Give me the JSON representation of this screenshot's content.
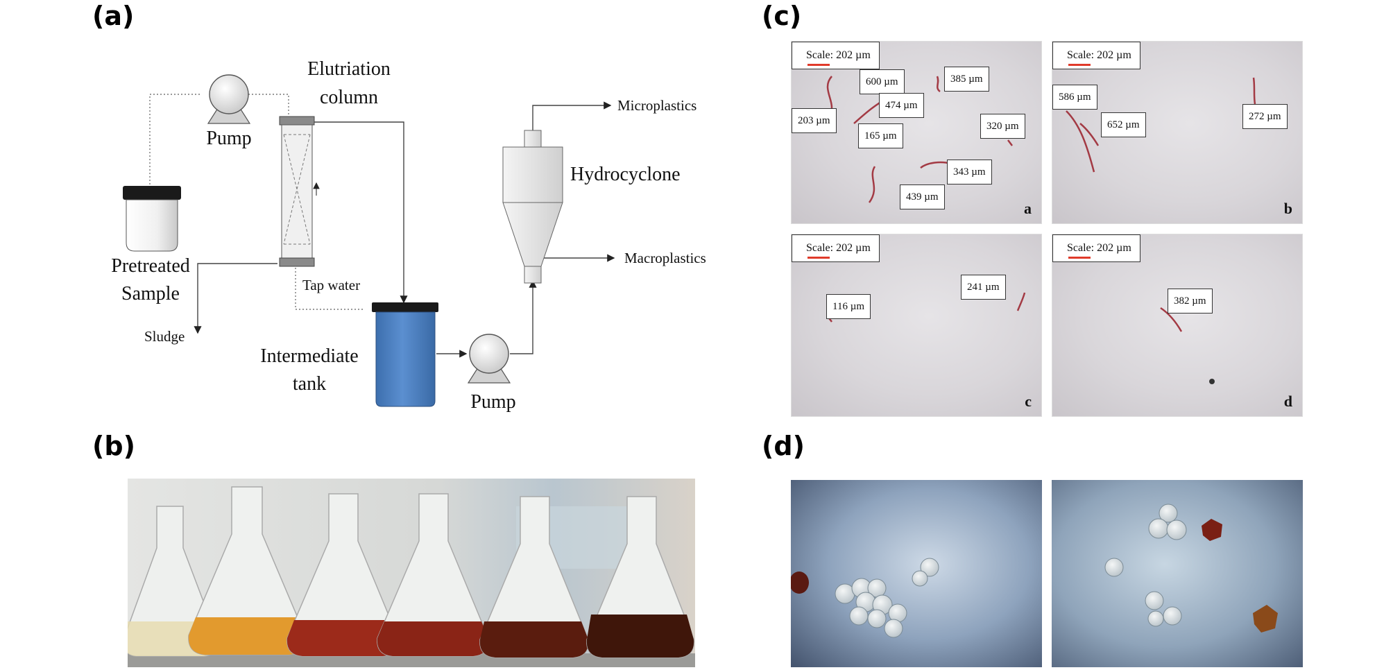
{
  "panels": {
    "a": "(a)",
    "b": "(b)",
    "c": "(c)",
    "d": "(d)"
  },
  "diagram": {
    "pump_top": "Pump",
    "elutriation_line1": "Elutriation",
    "elutriation_line2": "column",
    "pretreated_line1": "Pretreated",
    "pretreated_line2": "Sample",
    "tap_water": "Tap water",
    "sludge": "Sludge",
    "intermediate_line1": "Intermediate",
    "intermediate_line2": "tank",
    "pump_bottom": "Pump",
    "hydrocyclone": "Hydrocyclone",
    "microplastics": "Microplastics",
    "macroplastics": "Macroplastics"
  },
  "micrographs": [
    {
      "corner": "a",
      "scale": "Scale: 202 µm",
      "labels": [
        "600 µm",
        "385 µm",
        "474 µm",
        "203 µm",
        "320 µm",
        "165 µm",
        "343 µm",
        "439 µm"
      ]
    },
    {
      "corner": "b",
      "scale": "Scale: 202 µm",
      "labels": [
        "586 µm",
        "652 µm",
        "272 µm"
      ]
    },
    {
      "corner": "c",
      "scale": "Scale: 202 µm",
      "labels": [
        "241 µm",
        "116 µm"
      ]
    },
    {
      "corner": "d",
      "scale": "Scale: 202 µm",
      "labels": [
        "382 µm"
      ]
    }
  ],
  "colors": {
    "tank_blue": "#4a7fc0",
    "fiber_red": "#a33a44",
    "scale_red": "#e03a2a"
  }
}
